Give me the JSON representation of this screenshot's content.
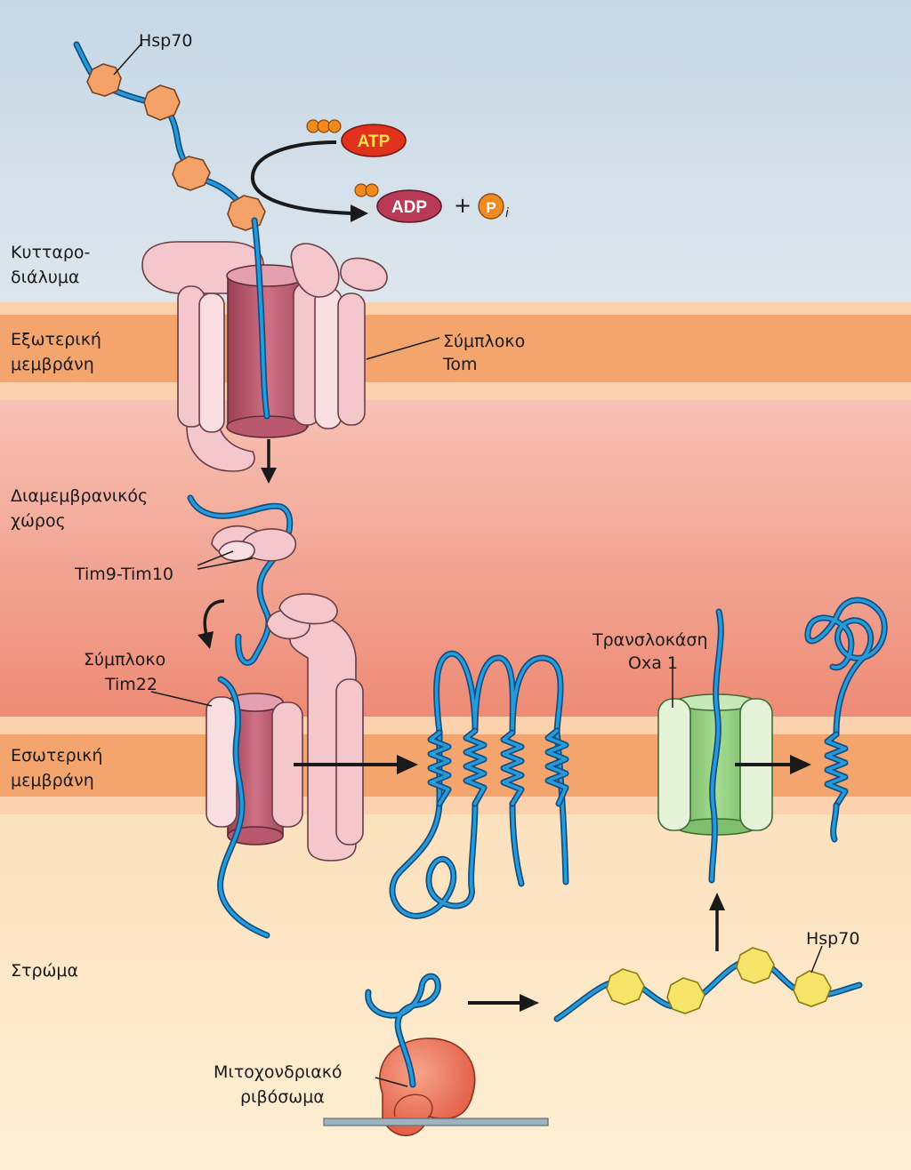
{
  "labels": {
    "hsp70_top": "Hsp70",
    "atp": "ATP",
    "adp": "ADP",
    "plus": "+",
    "pi_p": "P",
    "pi_i": "i",
    "cytosol_1": "Κυτταρο-",
    "cytosol_2": "διάλυμα",
    "outer_membrane_1": "Εξωτερική",
    "outer_membrane_2": "μεμβράνη",
    "tom_1": "Σύμπλοκο",
    "tom_2": "Tom",
    "intermembrane_1": "Διαμεμβρανικός",
    "intermembrane_2": "χώρος",
    "tim9_tim10": "Tim9-Tim10",
    "tim22_1": "Σύμπλοκο",
    "tim22_2": "Tim22",
    "inner_membrane_1": "Εσωτερική",
    "inner_membrane_2": "μεμβράνη",
    "oxa1_1": "Τρανσλοκάση",
    "oxa1_2": "Oxa 1",
    "matrix": "Στρώμα",
    "hsp70_bottom": "Hsp70",
    "ribosome_1": "Μιτοχονδριακό",
    "ribosome_2": "ριβόσωμα"
  },
  "colors": {
    "cytosol": "#d3e0ea",
    "membrane_core": "#f4a56e",
    "membrane_edge": "#fbd2ad",
    "intermembrane_top": "#f7bcae",
    "intermembrane_bottom": "#ef8e7a",
    "matrix": "#fde8c4",
    "tom_complex": "#f4c7cd",
    "tim_channel": "#b9586c",
    "oxa1_channel": "#8fcf7e",
    "hsp70_cytosolic": "#f4a268",
    "hsp70_matrix": "#f7e56a",
    "atp": "#e0321c",
    "adp": "#b83a57",
    "phosphate": "#f08a1e",
    "ribosome": "#ee7a5e",
    "protein_strand": "#2a9ad6"
  }
}
